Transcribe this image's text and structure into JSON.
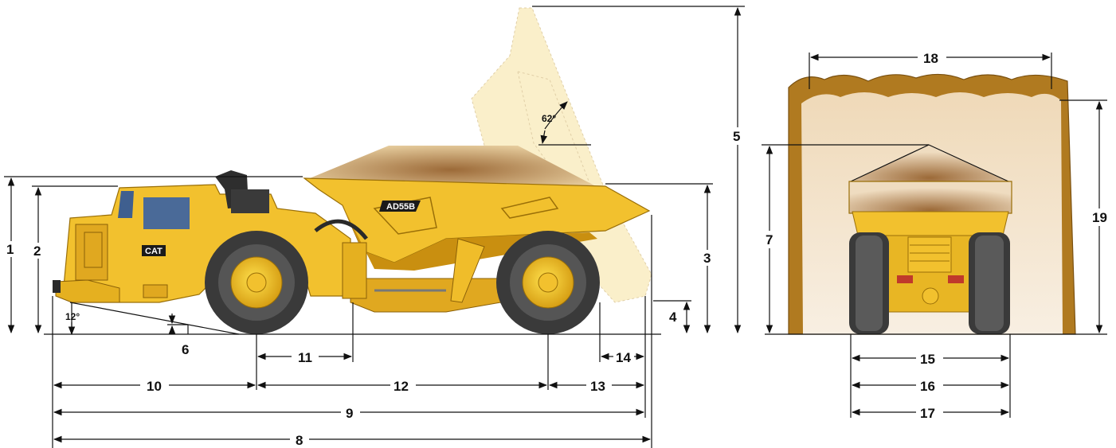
{
  "truck": {
    "model_badge": "AD55B",
    "brand_badge": "CAT",
    "dump_angle": "62°",
    "approach_angle": "12°"
  },
  "dimensions": {
    "d1": "1",
    "d2": "2",
    "d3": "3",
    "d4": "4",
    "d5": "5",
    "d6": "6",
    "d7": "7",
    "d8": "8",
    "d9": "9",
    "d10": "10",
    "d11": "11",
    "d12": "12",
    "d13": "13",
    "d14": "14",
    "d15": "15",
    "d16": "16",
    "d17": "17",
    "d18": "18",
    "d19": "19"
  },
  "colors": {
    "body_yellow": "#f2c12e",
    "body_shadow": "#c98f10",
    "tire": "#3a3a3a",
    "tunnel_rock": "#b07a20",
    "tunnel_inner": "#f1dfc2",
    "load_brown": "#a87840"
  }
}
